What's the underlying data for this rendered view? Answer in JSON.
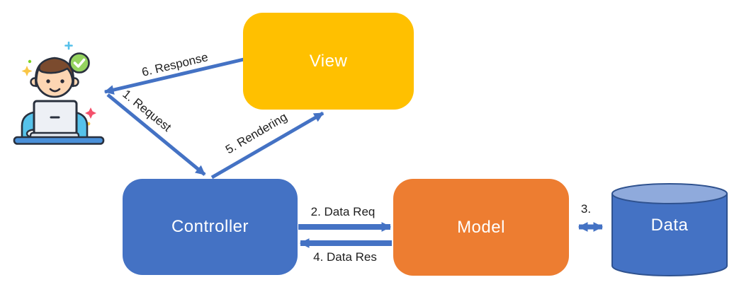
{
  "diagram": {
    "background": "#ffffff",
    "arrow_color": "#4472C4",
    "actor": {
      "icon": "user-at-laptop-icon",
      "badge_icon": "check-badge-icon"
    },
    "nodes": [
      {
        "id": "view",
        "label": "View",
        "shape": "rounded-rect",
        "color": "#FFC000",
        "text_color": "#ffffff"
      },
      {
        "id": "controller",
        "label": "Controller",
        "shape": "rounded-rect",
        "color": "#4472C4",
        "text_color": "#ffffff"
      },
      {
        "id": "model",
        "label": "Model",
        "shape": "rounded-rect",
        "color": "#ED7D31",
        "text_color": "#ffffff"
      },
      {
        "id": "data",
        "label": "Data",
        "shape": "cylinder",
        "color": "#4472C4",
        "top_color": "#8FAADC",
        "outline_color": "#2F528F",
        "text_color": "#ffffff"
      }
    ],
    "edges": [
      {
        "label": "1. Request",
        "from": "user",
        "to": "controller",
        "bidirectional": false
      },
      {
        "label": "2. Data Req",
        "from": "controller",
        "to": "model",
        "bidirectional": false
      },
      {
        "label": "3.",
        "from": "model",
        "to": "data",
        "bidirectional": true
      },
      {
        "label": "4. Data Res",
        "from": "model",
        "to": "controller",
        "bidirectional": false
      },
      {
        "label": "5. Rendering",
        "from": "controller",
        "to": "view",
        "bidirectional": false
      },
      {
        "label": "6. Response",
        "from": "view",
        "to": "user",
        "bidirectional": false
      }
    ]
  }
}
